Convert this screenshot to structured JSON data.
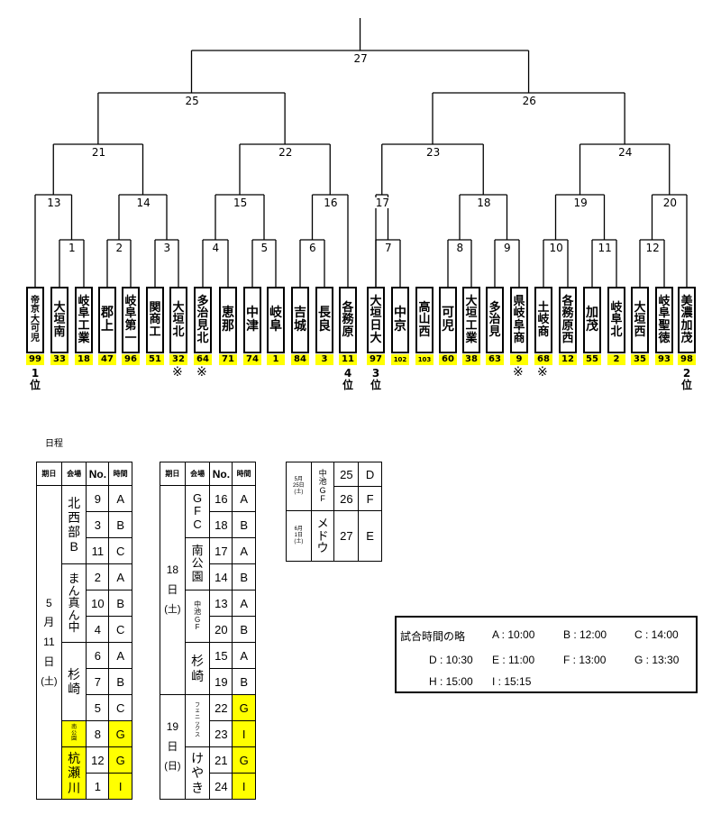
{
  "bracket": {
    "teams": [
      {
        "name": "帝京大可児",
        "seed": "99",
        "rank": [
          "1",
          "位"
        ]
      },
      {
        "name": "大垣南",
        "seed": "33"
      },
      {
        "name": "岐阜工業",
        "seed": "18"
      },
      {
        "name": "郡上",
        "seed": "47"
      },
      {
        "name": "岐阜第一",
        "seed": "96"
      },
      {
        "name": "関商工",
        "seed": "51"
      },
      {
        "name": "大垣北",
        "seed": "32",
        "mark": "※"
      },
      {
        "name": "多治見北",
        "seed": "64",
        "mark": "※"
      },
      {
        "name": "恵那",
        "seed": "71"
      },
      {
        "name": "中津",
        "seed": "74"
      },
      {
        "name": "岐阜",
        "seed": "1"
      },
      {
        "name": "吉城",
        "seed": "84"
      },
      {
        "name": "長良",
        "seed": "3"
      },
      {
        "name": "各務原",
        "seed": "11",
        "rank": [
          "4",
          "位"
        ]
      },
      {
        "name": "大垣日大",
        "seed": "97",
        "rank": [
          "3",
          "位"
        ]
      },
      {
        "name": "中京",
        "seed": "102"
      },
      {
        "name": "高山西",
        "seed": "103"
      },
      {
        "name": "可児",
        "seed": "60"
      },
      {
        "name": "大垣工業",
        "seed": "38"
      },
      {
        "name": "多治見",
        "seed": "63"
      },
      {
        "name": "県岐阜商",
        "seed": "9",
        "mark": "※"
      },
      {
        "name": "土岐商",
        "seed": "68",
        "mark": "※"
      },
      {
        "name": "各務原西",
        "seed": "12"
      },
      {
        "name": "加茂",
        "seed": "55"
      },
      {
        "name": "岐阜北",
        "seed": "2"
      },
      {
        "name": "大垣西",
        "seed": "35"
      },
      {
        "name": "岐阜聖徳",
        "seed": "93"
      },
      {
        "name": "美濃加茂",
        "seed": "98",
        "rank": [
          "2",
          "位"
        ]
      }
    ],
    "match_numbers": [
      "1",
      "2",
      "3",
      "4",
      "5",
      "6",
      "7",
      "8",
      "9",
      "10",
      "11",
      "12",
      "13",
      "14",
      "15",
      "16",
      "17",
      "18",
      "19",
      "20",
      "21",
      "22",
      "23",
      "24",
      "25",
      "26",
      "27"
    ]
  },
  "schedule": {
    "title": "日程",
    "headers": {
      "date": "期日",
      "venue": "会場",
      "no": "No.",
      "time": "時間"
    },
    "table1": {
      "date": [
        "5",
        "月",
        "11",
        "日",
        "(土)"
      ],
      "venues": [
        {
          "name": [
            "北",
            "西",
            "部",
            "B"
          ]
        },
        {
          "name": [
            "ま",
            "ん",
            "真",
            "ん",
            "中"
          ]
        },
        {
          "name": [
            "杉",
            "崎"
          ]
        },
        {
          "name": [
            "南",
            "公",
            "園"
          ]
        },
        {
          "name": [
            "杭",
            "瀬",
            "川"
          ]
        }
      ],
      "rows": [
        {
          "no": "9",
          "time": "A"
        },
        {
          "no": "3",
          "time": "B"
        },
        {
          "no": "11",
          "time": "C"
        },
        {
          "no": "2",
          "time": "A"
        },
        {
          "no": "10",
          "time": "B"
        },
        {
          "no": "4",
          "time": "C"
        },
        {
          "no": "6",
          "time": "A"
        },
        {
          "no": "7",
          "time": "B"
        },
        {
          "no": "5",
          "time": "C"
        },
        {
          "no": "8",
          "time": "G"
        },
        {
          "no": "12",
          "time": "G"
        },
        {
          "no": "1",
          "time": "I"
        }
      ]
    },
    "table2": {
      "date1": [
        "18",
        "日",
        "(土)"
      ],
      "date2": [
        "19",
        "日",
        "(日)"
      ],
      "venues": [
        {
          "name": [
            "G",
            "F",
            "C"
          ]
        },
        {
          "name": [
            "南",
            "公",
            "園"
          ]
        },
        {
          "name": [
            "中",
            "池",
            "G",
            "F"
          ]
        },
        {
          "name": [
            "杉",
            "崎"
          ]
        },
        {
          "name": [
            "フ",
            "ェ",
            "ニ",
            "ッ",
            "ク",
            "ス"
          ]
        },
        {
          "name": [
            "け",
            "や",
            "き"
          ]
        }
      ],
      "rows": [
        {
          "no": "16",
          "time": "A"
        },
        {
          "no": "18",
          "time": "B"
        },
        {
          "no": "17",
          "time": "A"
        },
        {
          "no": "14",
          "time": "B"
        },
        {
          "no": "13",
          "time": "A"
        },
        {
          "no": "20",
          "time": "B"
        },
        {
          "no": "15",
          "time": "A"
        },
        {
          "no": "19",
          "time": "B"
        },
        {
          "no": "22",
          "time": "G"
        },
        {
          "no": "23",
          "time": "I"
        },
        {
          "no": "21",
          "time": "G"
        },
        {
          "no": "24",
          "time": "I"
        }
      ]
    },
    "table3": {
      "date1": [
        "5月",
        "25日",
        "(土)"
      ],
      "date2": [
        "6月",
        "1日",
        "(土)"
      ],
      "venue1": [
        "中",
        "池",
        "G",
        "F"
      ],
      "venue2": [
        "メ",
        "ド",
        "ウ"
      ],
      "rows": [
        {
          "no": "25",
          "time": "D"
        },
        {
          "no": "26",
          "time": "F"
        },
        {
          "no": "27",
          "time": "E"
        }
      ]
    }
  },
  "legend": {
    "title": "試合時間の略",
    "items": [
      "A : 10:00",
      "B : 12:00",
      "C : 14:00",
      "D : 10:30",
      "E : 11:00",
      "F : 13:00",
      "G : 13:30",
      "H : 15:00",
      "I : 15:15"
    ]
  }
}
